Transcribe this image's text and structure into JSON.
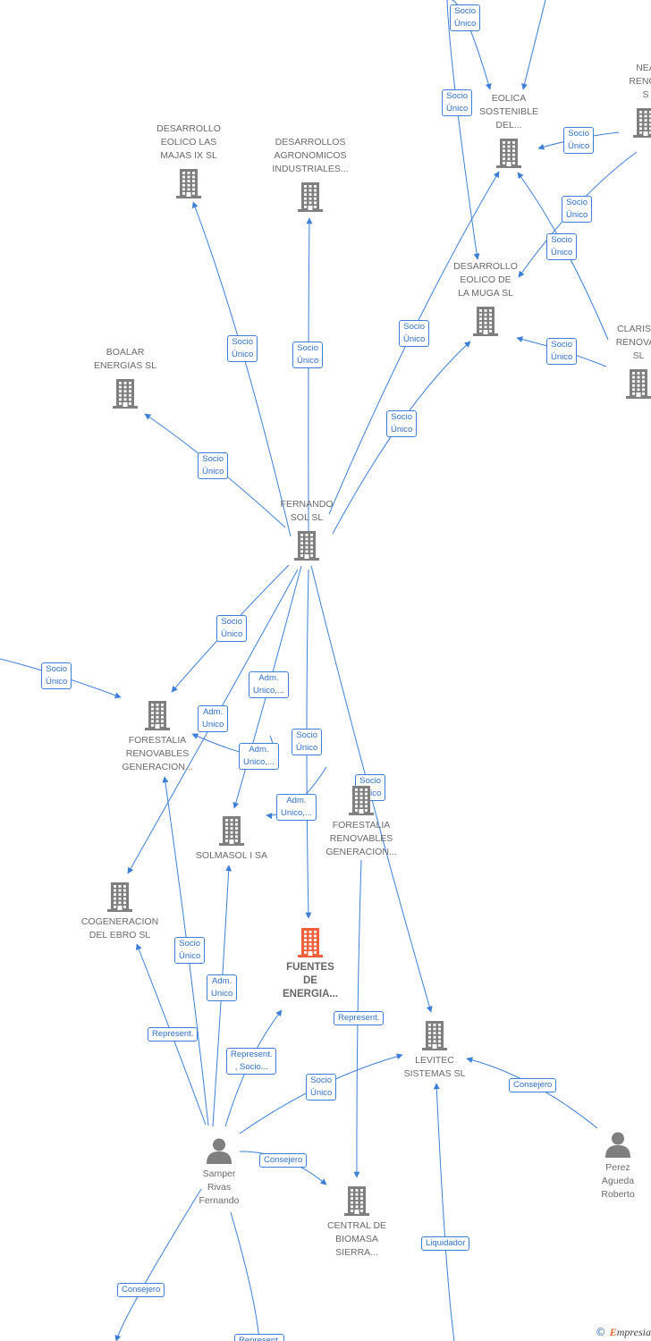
{
  "colors": {
    "edge": "#3d7fd6",
    "company_icon": "#7f7f7f",
    "main_icon": "#f0603c",
    "person_icon": "#7f7f7f"
  },
  "nodes": [
    {
      "id": "eolica",
      "label": "EOLICA\nSOSTENIBLE\nDEL...",
      "kind": "company"
    },
    {
      "id": "nea",
      "label": "NEA\nRENOV\nS",
      "kind": "company"
    },
    {
      "id": "majas",
      "label": "DESARROLLO\nEOLICO LAS\nMAJAS IX  SL",
      "kind": "company"
    },
    {
      "id": "agronomicos",
      "label": "DESARROLLOS\nAGRONOMICOS\nINDUSTRIALES...",
      "kind": "company"
    },
    {
      "id": "muga",
      "label": "DESARROLLO\nEOLICO DE\nLA MUGA SL",
      "kind": "company"
    },
    {
      "id": "clarissi",
      "label": "CLARISSI\nRENOVAB\nSL",
      "kind": "company"
    },
    {
      "id": "boalar",
      "label": "BOALAR\nENERGIAS  SL",
      "kind": "company"
    },
    {
      "id": "fernando",
      "label": "FERNANDO\nSOL SL",
      "kind": "company"
    },
    {
      "id": "forestalia1",
      "label": "FORESTALIA\nRENOVABLES\nGENERACION...",
      "kind": "company"
    },
    {
      "id": "forestalia2",
      "label": "FORESTALIA\nRENOVABLES\nGENERACION...",
      "kind": "company"
    },
    {
      "id": "solmasol",
      "label": "SOLMASOL I SA",
      "kind": "company"
    },
    {
      "id": "cogeneracion",
      "label": "COGENERACION\nDEL EBRO  SL",
      "kind": "company"
    },
    {
      "id": "fuentes",
      "label": "FUENTES\nDE\nENERGIA...",
      "kind": "main"
    },
    {
      "id": "levitec",
      "label": "LEVITEC\nSISTEMAS  SL",
      "kind": "company"
    },
    {
      "id": "samper",
      "label": "Samper\nRivas\nFernando",
      "kind": "person"
    },
    {
      "id": "perez",
      "label": "Perez\nAgueda\nRoberto",
      "kind": "person"
    },
    {
      "id": "central",
      "label": "CENTRAL DE\nBIOMASA\nSIERRA...",
      "kind": "company"
    }
  ],
  "edge_labels": [
    "Socio\nÚnico",
    "Socio\nÚnico",
    "Socio\nÚnico",
    "Socio\nÚnico",
    "Socio\nÚnico",
    "Socio\nÚnico",
    "Socio\nÚnico",
    "Socio\nÚnico",
    "Socio\nÚnico",
    "Socio\nÚnico",
    "Socio\nÚnico",
    "Socio\nÚnico",
    "Socio\nÚnico",
    "Adm.\nUnico,...",
    "Adm.\nUnico",
    "Adm.\nUnico,...",
    "Socio\nÚnico",
    "Adm.\nUnico,...",
    "Socio\nÚnico",
    "Socio\nÚnico",
    "Adm.\nUnico",
    "Represent.",
    "Represent.\n, Socio...",
    "Represent.",
    "Socio\nÚnico",
    "Consejero",
    "Consejero",
    "Liquidador",
    "Consejero",
    "Represent.",
    ""
  ],
  "footer": {
    "copyright": "©",
    "brand_first": "E",
    "brand_rest": "mpresia"
  }
}
